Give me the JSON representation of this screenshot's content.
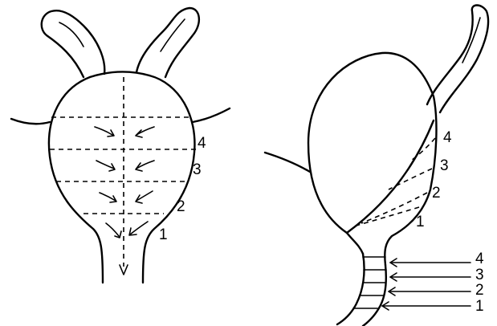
{
  "left_view": {
    "labels": [
      "4",
      "3",
      "2",
      "1"
    ]
  },
  "right_view": {
    "labels": [
      "4",
      "3",
      "2",
      "1"
    ],
    "tube_labels": [
      "4",
      "3",
      "2",
      "1"
    ]
  }
}
